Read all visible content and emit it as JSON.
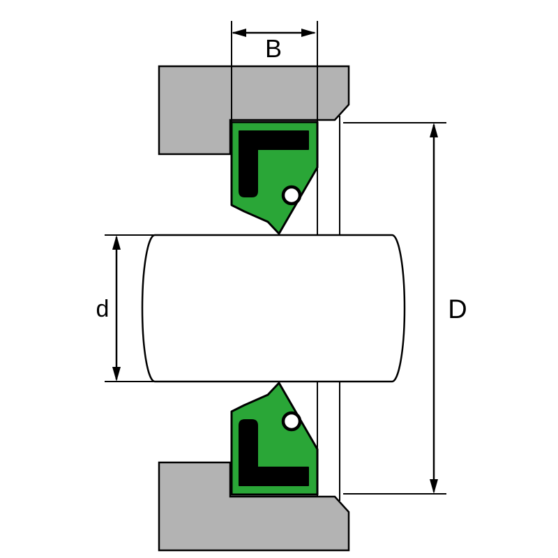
{
  "diagram": {
    "labels": {
      "seal_width": "B",
      "shaft_diameter": "d",
      "outer_diameter": "D"
    },
    "colors": {
      "housing": "#b3b3b3",
      "seal": "#2aa637",
      "insert": "#000000",
      "shaft": "#ffffff",
      "outline": "#000000",
      "background": "#ffffff"
    }
  }
}
